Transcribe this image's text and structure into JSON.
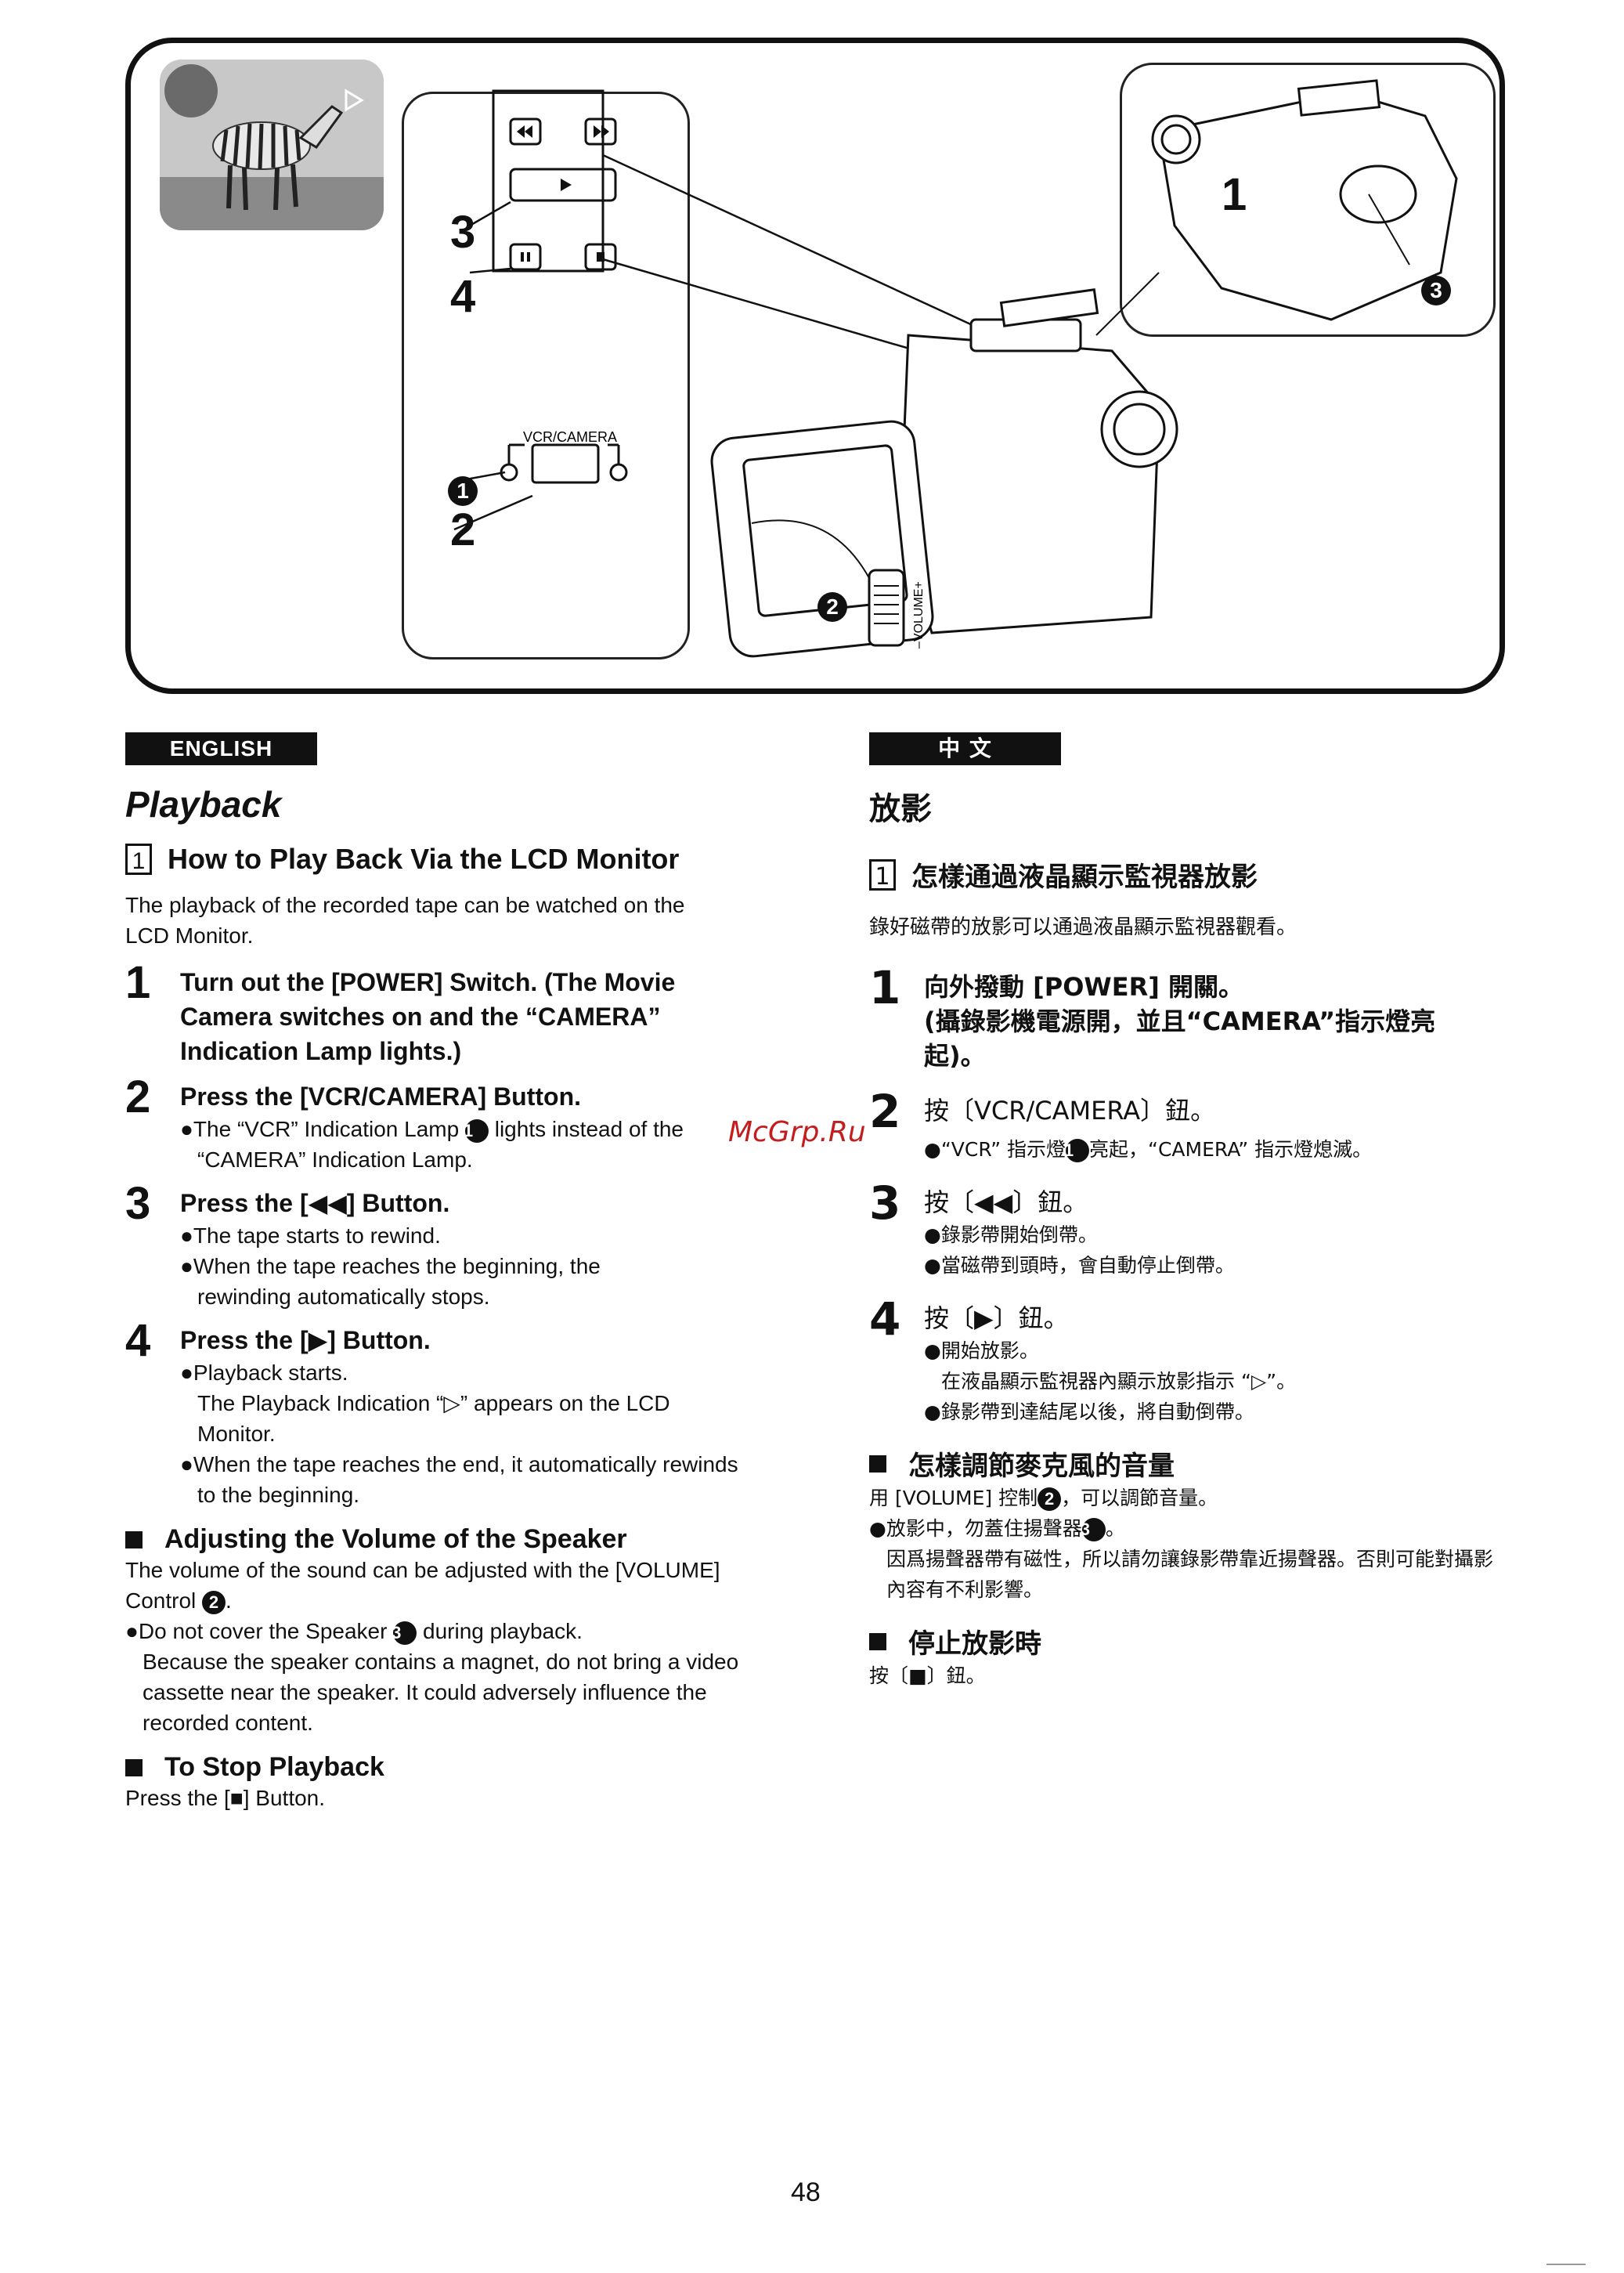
{
  "figure": {
    "callouts": {
      "n3": "3",
      "n4": "4",
      "n2": "2",
      "n1_top": "1",
      "lamp": "1",
      "volume": "2",
      "speaker": "3"
    },
    "labels": {
      "vcr_camera": "VCR/CAMERA",
      "volume": "–VOLUME+"
    }
  },
  "english": {
    "lang_label": "ENGLISH",
    "title": "Playback",
    "section_num": "1",
    "section_title": "How to Play Back Via the LCD Monitor",
    "intro": "The playback of the recorded tape can be watched on the LCD Monitor.",
    "steps": [
      {
        "num": "1",
        "title": "Turn out the [POWER] Switch. (The Movie Camera switches on and the “CAMERA” Indication Lamp lights.)"
      },
      {
        "num": "2",
        "title": "Press the [VCR/CAMERA] Button.",
        "b1_pre": "●The “VCR” Indication Lamp ",
        "b1_circ": "1",
        "b1_post": " lights instead of the “CAMERA” Indication Lamp."
      },
      {
        "num": "3",
        "title": "Press the [◀◀] Button.",
        "bullets": [
          "●The tape starts to rewind.",
          "●When the tape reaches the beginning, the rewinding automatically stops."
        ]
      },
      {
        "num": "4",
        "title": "Press the [▶] Button.",
        "bullets": [
          "●Playback starts.",
          "The Playback Indication “▷” appears on the LCD Monitor.",
          "●When the tape reaches the end, it automatically rewinds to the beginning."
        ]
      }
    ],
    "volume_head": "Adjusting the Volume of the Speaker",
    "volume_text_pre": "The volume of the sound can be adjusted with the [VOLUME] Control ",
    "volume_circ": "2",
    "volume_text_post": ".",
    "speaker_b_pre": "●Do not cover the Speaker ",
    "speaker_circ": "3",
    "speaker_b_post": " during playback.",
    "speaker_note": "Because the speaker contains a magnet, do not bring a video cassette near the speaker. It could adversely influence the recorded content.",
    "stop_head": "To Stop Playback",
    "stop_text": "Press the [■] Button."
  },
  "chinese": {
    "lang_label": "中 文",
    "title": "放影",
    "section_num": "1",
    "section_title": "怎樣通過液晶顯示監視器放影",
    "intro": "錄好磁帶的放影可以通過液晶顯示監視器觀看。",
    "steps": [
      {
        "num": "1",
        "title": "向外撥動 [POWER] 開關。",
        "title2": "(攝錄影機電源開，並且“CAMERA”指示燈亮起)。"
      },
      {
        "num": "2",
        "title": "按〔VCR/CAMERA〕鈕。",
        "b1_pre": "●“VCR” 指示燈",
        "b1_circ": "1",
        "b1_post": "亮起，“CAMERA” 指示燈熄滅。"
      },
      {
        "num": "3",
        "title": "按〔◀◀〕鈕。",
        "bullets": [
          "●錄影帶開始倒帶。",
          "●當磁帶到頭時，會自動停止倒帶。"
        ]
      },
      {
        "num": "4",
        "title": "按〔▶〕鈕。",
        "bullets": [
          "●開始放影。",
          "在液晶顯示監視器內顯示放影指示 “▷”。",
          "●錄影帶到達結尾以後，將自動倒帶。"
        ]
      }
    ],
    "volume_head": "怎樣調節麥克風的音量",
    "volume_text_pre": "用 [VOLUME] 控制",
    "volume_circ": "2",
    "volume_text_post": "，可以調節音量。",
    "speaker_b_pre": "●放影中，勿蓋住揚聲器",
    "speaker_circ": "3",
    "speaker_b_post": "。",
    "speaker_note": "因爲揚聲器帶有磁性，所以請勿讓錄影帶靠近揚聲器。否則可能對攝影內容有不利影響。",
    "stop_head": "停止放影時",
    "stop_text": "按〔■〕鈕。"
  },
  "watermark": "McGrp.Ru",
  "page_number": "48"
}
